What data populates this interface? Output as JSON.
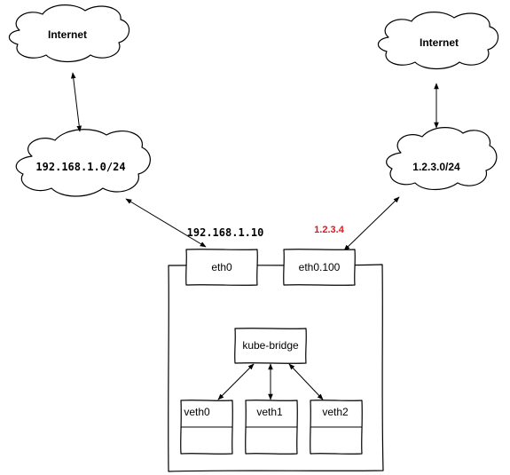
{
  "clouds": {
    "internet_left": "Internet",
    "internet_right": "Internet",
    "subnet_left": "192.168.1.0/24",
    "subnet_right": "1.2.3.0/24"
  },
  "interfaces": {
    "eth0": "eth0",
    "eth0_100": "eth0.100",
    "eth0_ip": "192.168.1.10",
    "eth0_100_ip": "1.2.3.4"
  },
  "bridge": "kube-bridge",
  "veths": [
    "veth0",
    "veth1",
    "veth2"
  ],
  "colors": {
    "highlight_ip": "#e8141b"
  }
}
